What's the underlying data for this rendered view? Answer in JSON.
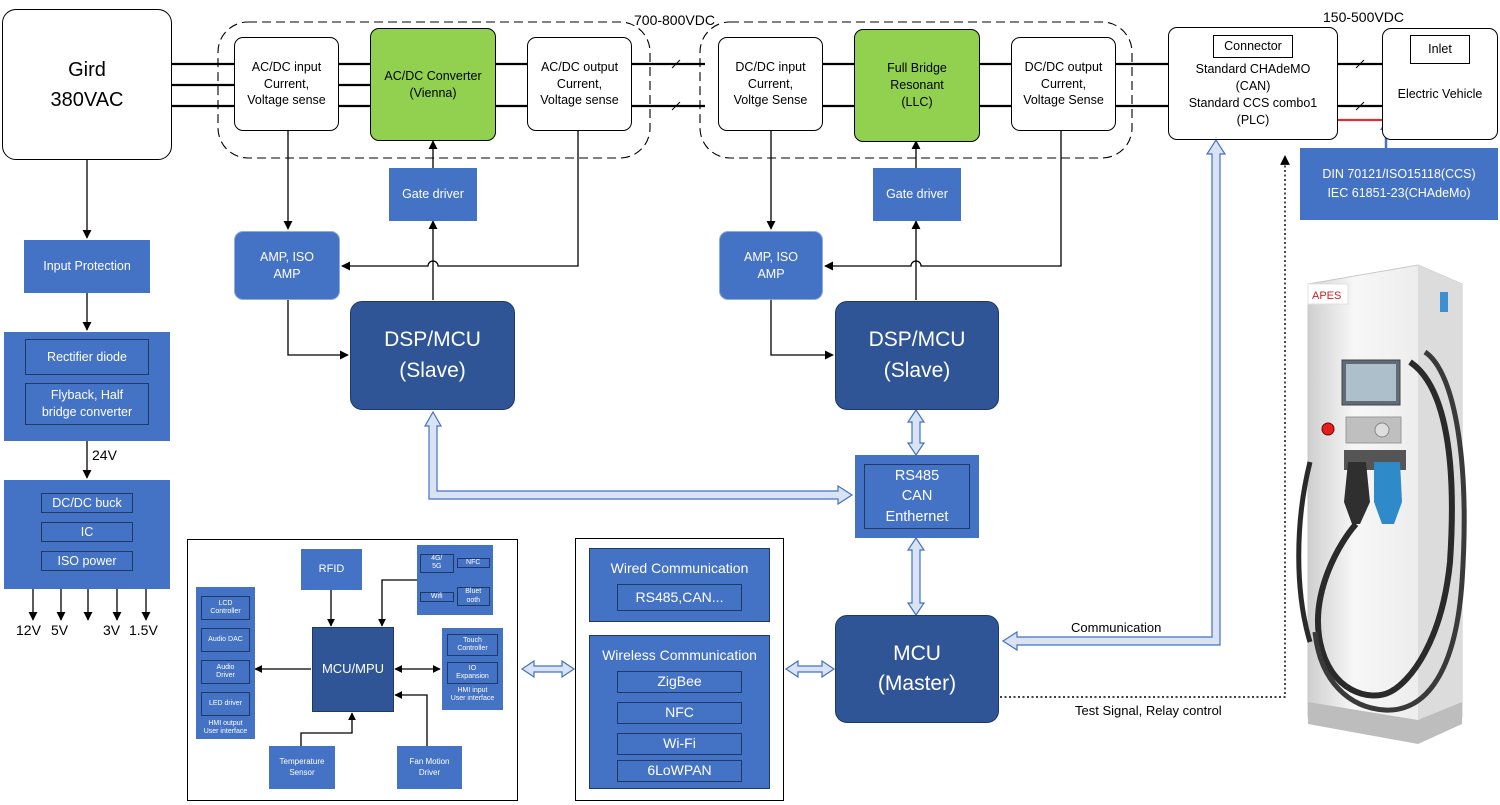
{
  "grid": {
    "line1": "Gird",
    "line2": "380VAC"
  },
  "voltages": {
    "dc_bus": "700-800VDC",
    "output": "150-500VDC",
    "aux": "24V"
  },
  "stage1": {
    "input_sense": [
      "AC/DC input",
      "Current,",
      "Voltage sense"
    ],
    "converter": [
      "AC/DC Converter",
      "(Vienna)"
    ],
    "output_sense": [
      "AC/DC output",
      "Current,",
      "Voltage sense"
    ],
    "gate_driver": "Gate driver",
    "amp": [
      "AMP, ISO",
      "AMP"
    ],
    "dsp": [
      "DSP/MCU",
      "(Slave)"
    ]
  },
  "stage2": {
    "input_sense": [
      "DC/DC input",
      "Current,",
      "Voltge Sense"
    ],
    "converter": [
      "Full Bridge",
      "Resonant",
      "(LLC)"
    ],
    "output_sense": [
      "DC/DC output",
      "Current,",
      "Voltage Sense"
    ],
    "gate_driver": "Gate driver",
    "amp": [
      "AMP, ISO",
      "AMP"
    ],
    "dsp": [
      "DSP/MCU",
      "(Slave)"
    ]
  },
  "connector": {
    "label": "Connector",
    "lines": [
      "Standard CHAdeMO",
      "(CAN)",
      "Standard CCS combo1",
      "(PLC)"
    ]
  },
  "vehicle": {
    "inlet": "Inlet",
    "name": "Electric Vehicle"
  },
  "standards": [
    "DIN 70121/ISO15118(CCS)",
    "IEC 61851-23(CHAdeMo)"
  ],
  "aux_power": {
    "input_protection": "Input Protection",
    "rectifier": "Rectifier diode",
    "flyback": [
      "Flyback, Half",
      "bridge converter"
    ],
    "dcdc_buck": "DC/DC buck",
    "ic": "IC",
    "iso_power": "ISO power",
    "outputs": [
      "12V",
      "5V",
      "3V",
      "1.5V"
    ]
  },
  "bus": [
    "RS485",
    "CAN",
    "Enthernet"
  ],
  "master": [
    "MCU",
    "(Master)"
  ],
  "links": {
    "communication": "Communication",
    "test_signal": "Test Signal, Relay control"
  },
  "hmi": {
    "rfid": "RFID",
    "mcu": "MCU/MPU",
    "wireless_4g": [
      "4G/",
      "5G"
    ],
    "nfc": "NFC",
    "wifi": "Wifi",
    "bluetooth": [
      "Bluet",
      "ooth"
    ],
    "lcd": [
      "LCD",
      "Controller"
    ],
    "audio_dac": "Audio DAC",
    "audio_driver": [
      "Audio",
      "Driver"
    ],
    "led": "LED driver",
    "output_ui": [
      "HMI output",
      "User interface"
    ],
    "touch": [
      "Touch",
      "Controller"
    ],
    "io": [
      "IO",
      "Expansion"
    ],
    "input_ui": [
      "HMI input",
      "User interface"
    ],
    "temp": [
      "Temperature",
      "Sensor"
    ],
    "fan": [
      "Fan Motion",
      "Driver"
    ]
  },
  "comm": {
    "wired_title": "Wired Communication",
    "wired_items": "RS485,CAN...",
    "wireless_title": "Wireless Communication",
    "wireless_items": [
      "ZigBee",
      "NFC",
      "Wi-Fi",
      "6LoWPAN"
    ]
  },
  "charger": {
    "brand": "APES"
  },
  "colors": {
    "blue": "#4472c4",
    "dark_blue": "#2f5597",
    "green": "#92d050",
    "arrow_fill": "#dae3f3"
  }
}
